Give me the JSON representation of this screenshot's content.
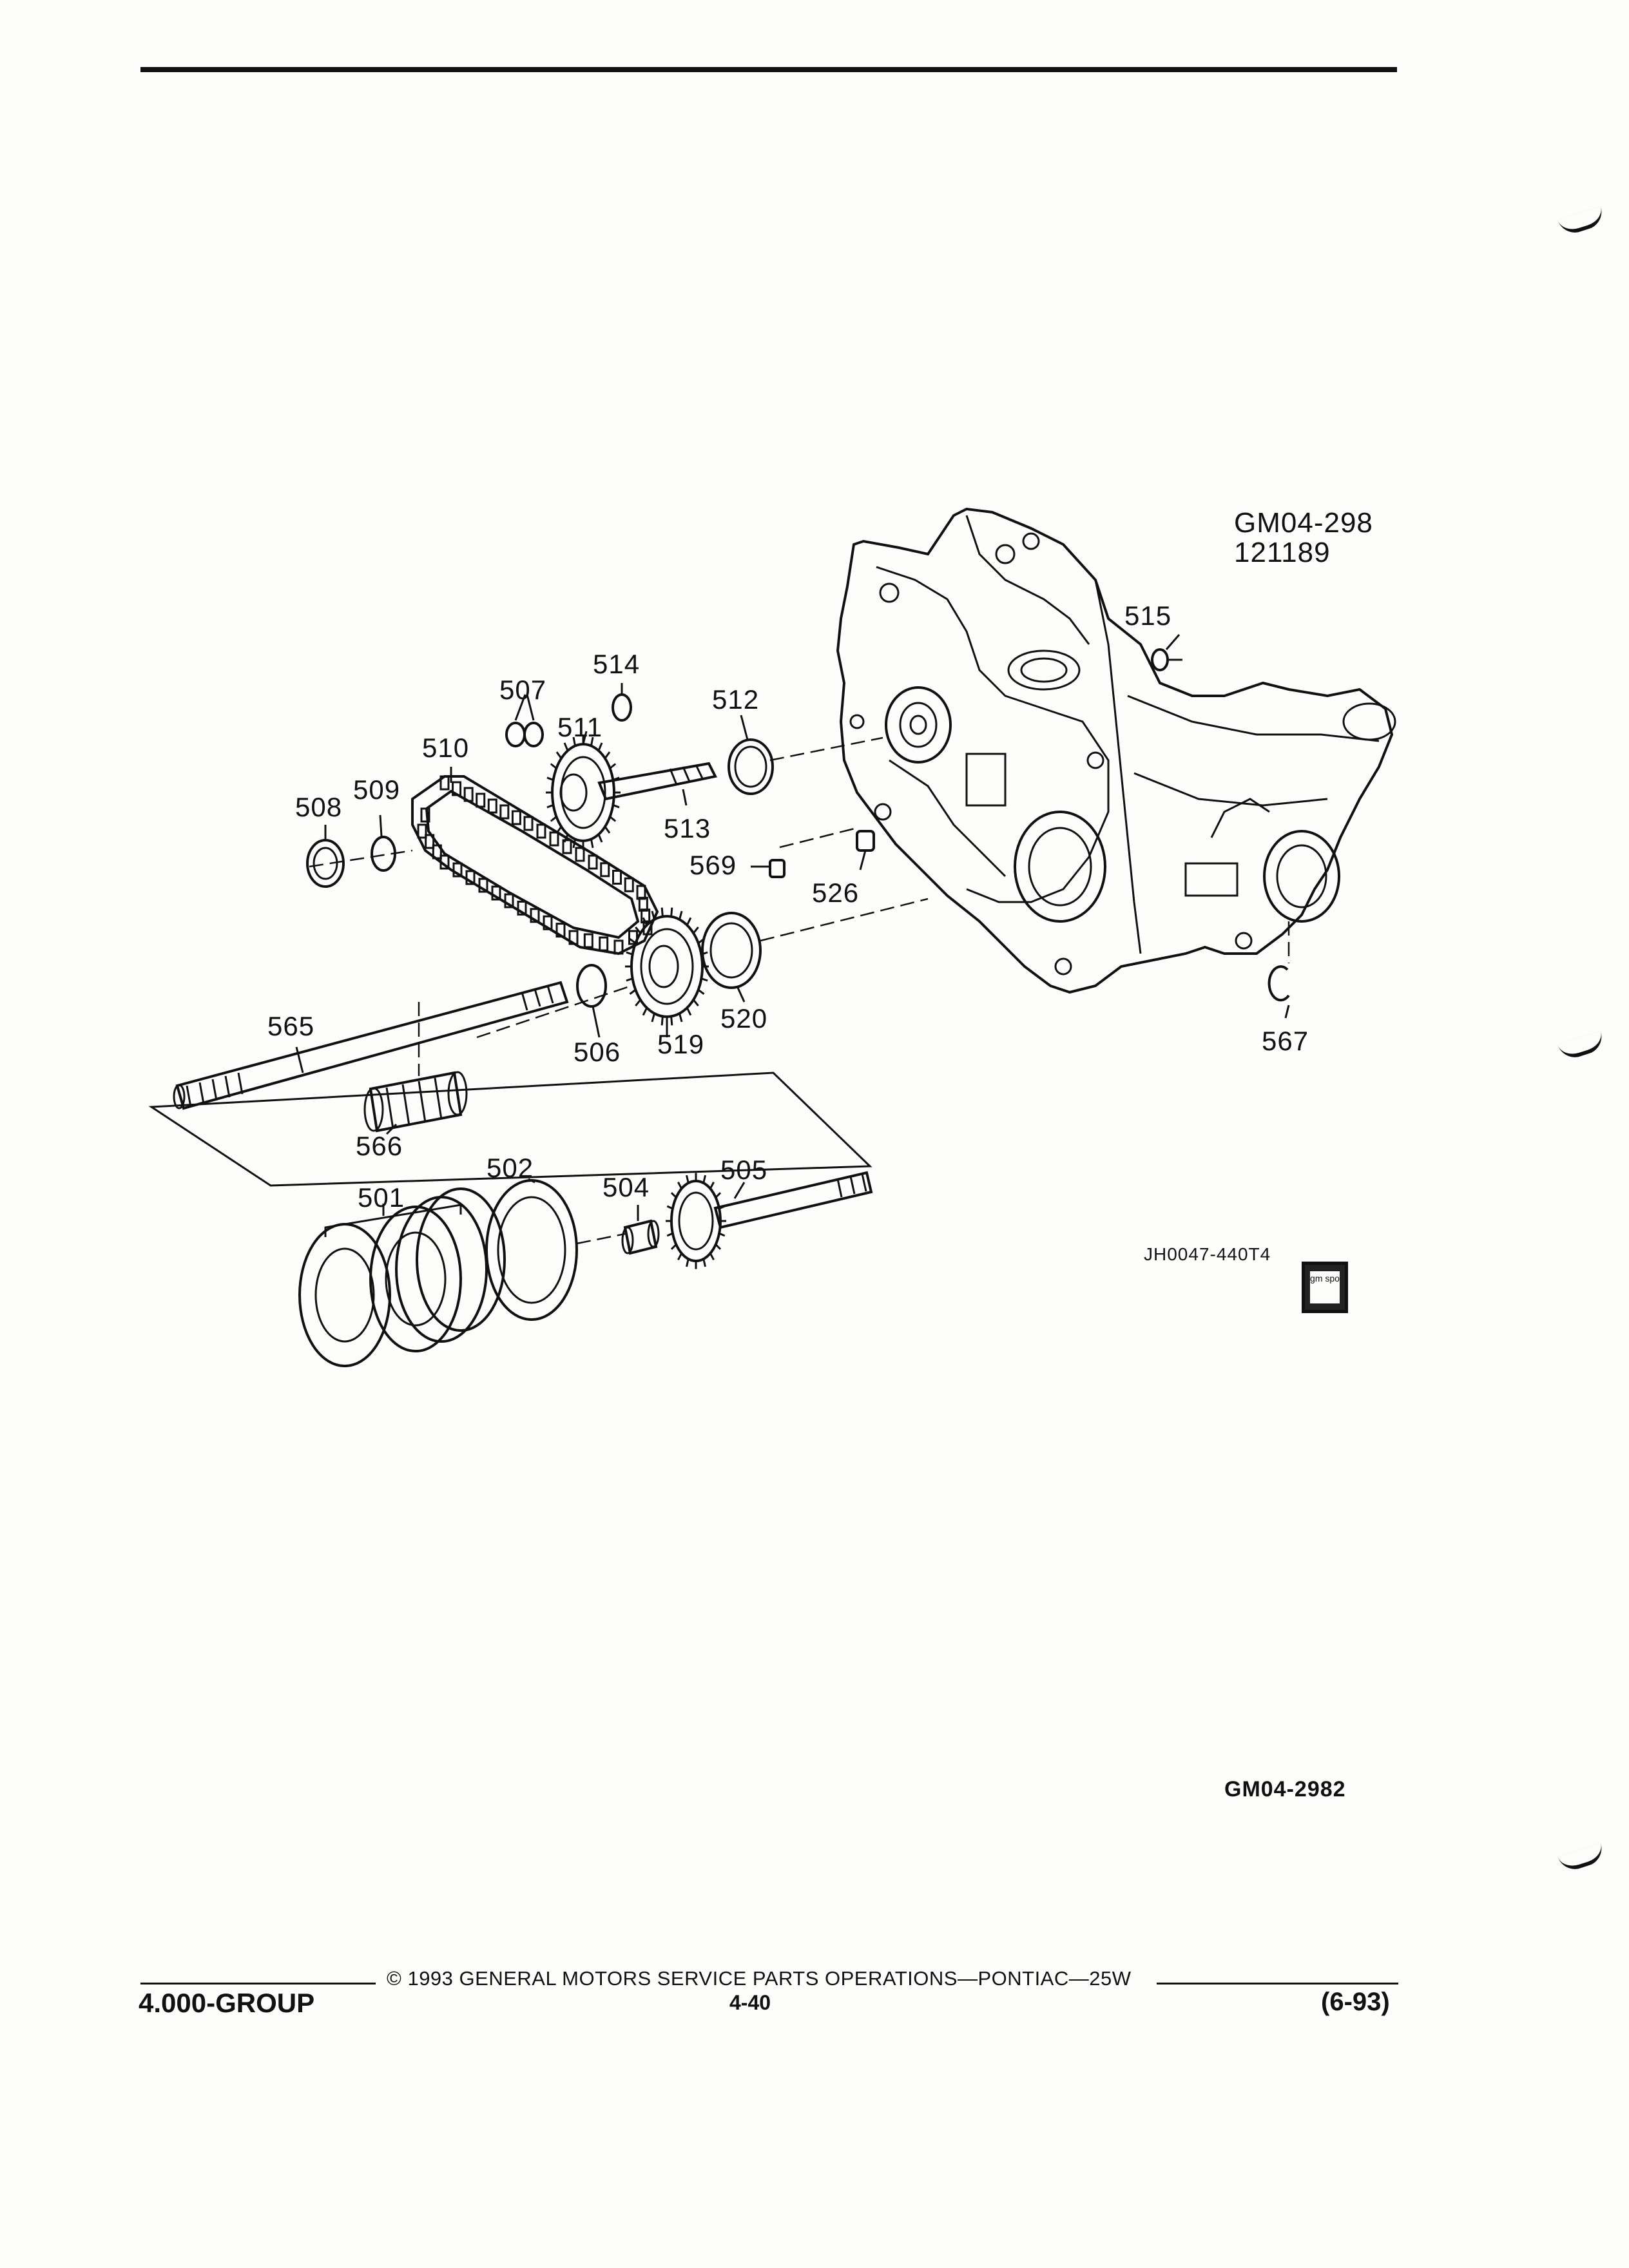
{
  "figure": {
    "code": "GM04-298",
    "date": "121189",
    "illustration_ref": "JH0047-440T4",
    "logo_text": "gm spo",
    "bottom_code": "GM04-2982"
  },
  "callouts": {
    "c501": "501",
    "c502": "502",
    "c504": "504",
    "c505": "505",
    "c506": "506",
    "c507": "507",
    "c508": "508",
    "c509": "509",
    "c510": "510",
    "c511": "511",
    "c512": "512",
    "c513": "513",
    "c514": "514",
    "c515": "515",
    "c519": "519",
    "c520": "520",
    "c526": "526",
    "c565": "565",
    "c566": "566",
    "c567": "567",
    "c569": "569"
  },
  "footer": {
    "group": "4.000-GROUP",
    "copyright": "© 1993 GENERAL MOTORS SERVICE PARTS OPERATIONS—PONTIAC—25W",
    "page_number": "4-40",
    "revision": "(6-93)"
  }
}
